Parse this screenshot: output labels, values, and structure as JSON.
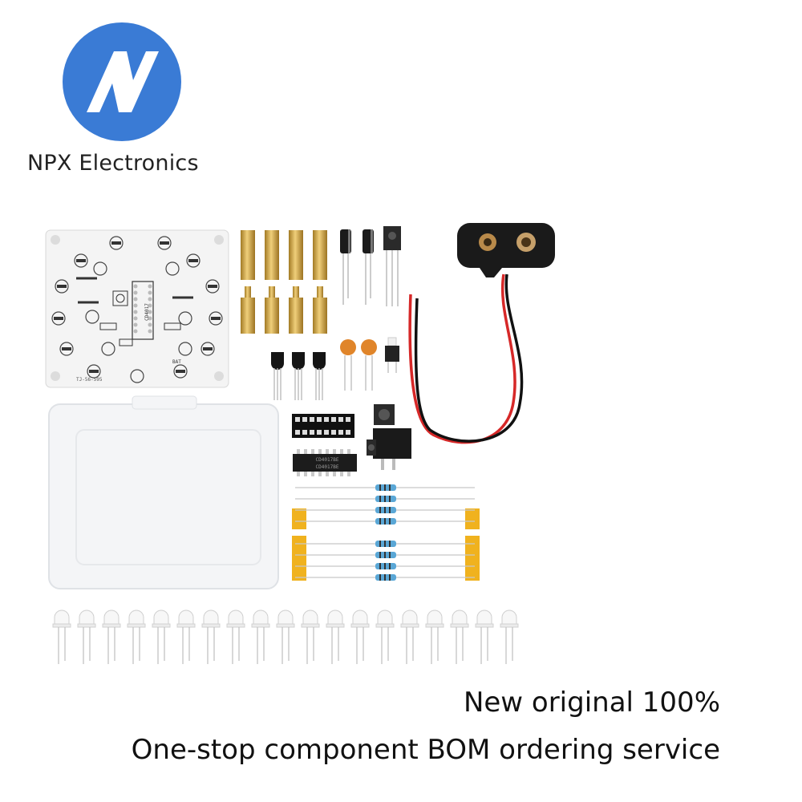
{
  "brand": {
    "logo_letter": "N",
    "name": "NPX Electronics",
    "logo_color": "#3a7bd5"
  },
  "taglines": {
    "line1": "New original 100%",
    "line2": "One-stop component BOM ordering service"
  },
  "pcb": {
    "chip_label": "CD4017",
    "footer_label": "TJ-56-595",
    "bat_label": "BAT",
    "colors": {
      "board": "#f4f4f4",
      "silk": "#333333",
      "pad": "#c8c8c8"
    }
  },
  "ic": {
    "marking_1": "CD4017BE",
    "marking_2": "CD4017BE"
  },
  "colors": {
    "brass": "#d4a84a",
    "battery_clip": "#1a1a1a",
    "wire_red": "#d62828",
    "wire_black": "#111111",
    "resistor_blue": "#5aa7d6",
    "tape": "#f0b21e",
    "capacitor_orange": "#e0852a",
    "case": "#f2f3f5"
  },
  "components": [
    {
      "name": "pcb-board",
      "count": 1
    },
    {
      "name": "brass-standoff",
      "count": 8
    },
    {
      "name": "electrolytic-capacitor",
      "count": 2
    },
    {
      "name": "ir-receiver",
      "count": 1
    },
    {
      "name": "battery-snap",
      "count": 1
    },
    {
      "name": "transistor",
      "count": 3
    },
    {
      "name": "ceramic-capacitor",
      "count": 2
    },
    {
      "name": "push-switch",
      "count": 2
    },
    {
      "name": "ic-socket",
      "count": 1
    },
    {
      "name": "ic-chip",
      "count": 1
    },
    {
      "name": "dc-jack",
      "count": 1
    },
    {
      "name": "resistor",
      "count": 8
    },
    {
      "name": "led",
      "count": 19
    },
    {
      "name": "plastic-case",
      "count": 1
    }
  ]
}
